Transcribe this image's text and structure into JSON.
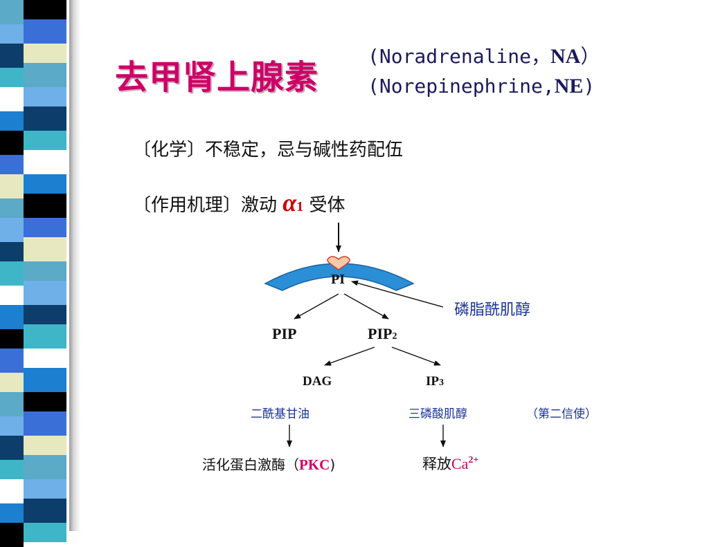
{
  "slide": {
    "title": "去甲肾上腺素",
    "name_line_1_open": "(",
    "name_line_1_text": "Noradrenaline，",
    "name_line_1_abbr": "NA",
    "name_line_1_close": "）",
    "name_line_2_open": "(",
    "name_line_2_text": "Norepinephrine,",
    "name_line_2_abbr": "NE",
    "name_line_2_close": ")",
    "chemistry_line": "〔化学〕不稳定，忌与碱性药配伍",
    "mechanism_prefix": "〔作用机理〕激动 ",
    "alpha_symbol": "α",
    "alpha_subscript": "1",
    "mechanism_suffix": " 受体"
  },
  "diagram": {
    "node_pi": "PI",
    "label_pi": "磷脂酰肌醇",
    "node_pip": "PIP",
    "node_pip2_base": "PIP",
    "node_pip2_sub": "2",
    "node_dag": "DAG",
    "node_ip3_base": "IP",
    "node_ip3_sub": "3",
    "label_dag": "二酰基甘油",
    "label_ip3": "三磷酸肌醇",
    "label_second_messenger": "（第二信使）",
    "result_pkc_prefix": "活化蛋白激酶（",
    "result_pkc_abbr": "PKC",
    "result_pkc_suffix": ")",
    "result_ca_prefix": "释放",
    "result_ca_symbol": "Ca",
    "result_ca_charge": "2+"
  },
  "colors": {
    "title": "#cc0066",
    "accent_red": "#cc0000",
    "label_blue": "#1a3399",
    "membrane_blue": "#2a8fd6",
    "receptor_pink": "#f6c9a8"
  },
  "icons": {
    "receptor": "heart-receptor-icon"
  }
}
